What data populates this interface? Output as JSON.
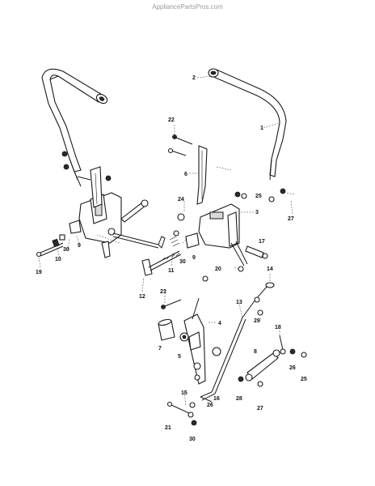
{
  "watermark": "AppliancePartsPros.com",
  "callouts": {
    "c1": "1",
    "c2": "2",
    "c3": "3",
    "c4": "4",
    "c5": "5",
    "c6": "6",
    "c7": "7",
    "c8": "8",
    "c9a": "9",
    "c9b": "9",
    "c10": "10",
    "c11": "11",
    "c12": "12",
    "c13": "13",
    "c14": "14",
    "c15": "15",
    "c16": "16",
    "c17": "17",
    "c18": "18",
    "c19": "19",
    "c20": "20",
    "c21": "21",
    "c22": "22",
    "c23": "23",
    "c24": "24",
    "c25a": "25",
    "c25b": "25",
    "c26a": "26",
    "c26b": "26",
    "c27a": "27",
    "c27b": "27",
    "c28": "28",
    "c29": "29",
    "c30a": "30",
    "c30b": "30",
    "c30c": "30"
  }
}
